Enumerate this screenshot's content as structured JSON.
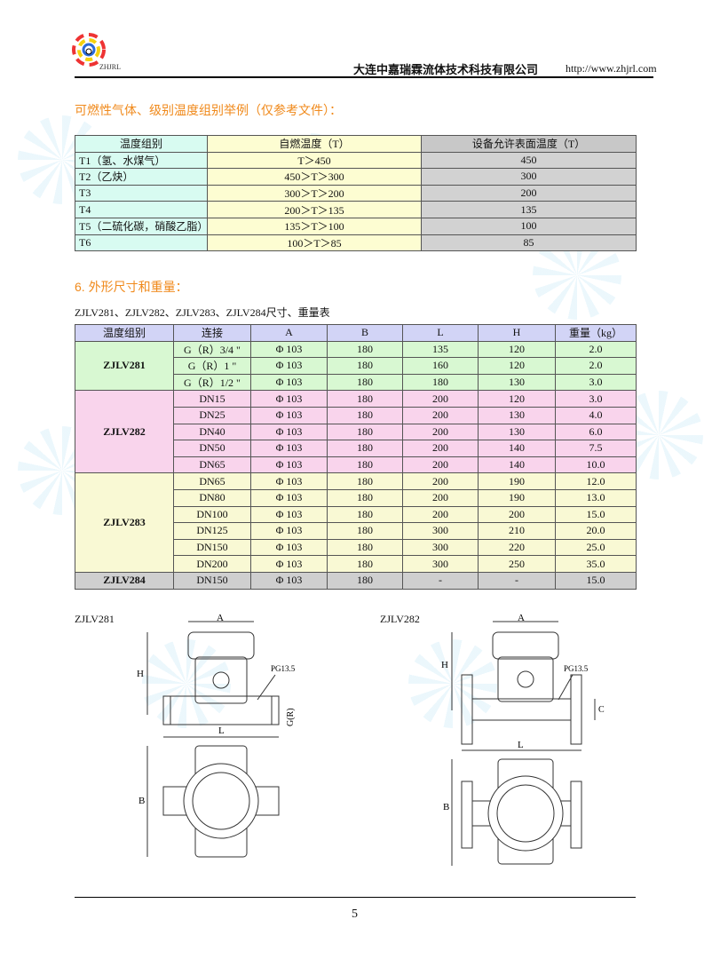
{
  "header": {
    "logo_text": "ZHJRL",
    "company": "大连中嘉瑞霖流体技术科技有限公司",
    "url": "http://www.zhjrl.com"
  },
  "section1": {
    "title": "可燃性气体、级别温度组别举例（仅参考文件）：",
    "headers": [
      "温度组别",
      "自燃温度（T）",
      "设备允许表面温度（T）"
    ],
    "rows": [
      [
        "T1（氢、水煤气）",
        "T＞450",
        "450"
      ],
      [
        "T2（乙炔）",
        "450＞T＞300",
        "300"
      ],
      [
        "T3",
        "300＞T＞200",
        "200"
      ],
      [
        "T4",
        "200＞T＞135",
        "135"
      ],
      [
        "T5（二硫化碳，硝酸乙脂）",
        "135＞T＞100",
        "100"
      ],
      [
        "T6",
        "100＞T＞85",
        "85"
      ]
    ]
  },
  "section2": {
    "title": "6. 外形尺寸和重量：",
    "subtitle": "ZJLV281、ZJLV282、ZJLV283、ZJLV284尺寸、重量表",
    "headers": [
      "温度组别",
      "连接",
      "A",
      "B",
      "L",
      "H",
      "重量（kg）"
    ],
    "groups": [
      {
        "model": "ZJLV281",
        "rows": [
          [
            "G（R）3/4 \"",
            "Φ 103",
            "180",
            "135",
            "120",
            "2.0"
          ],
          [
            "G（R）1 \"",
            "Φ 103",
            "180",
            "160",
            "120",
            "2.0"
          ],
          [
            "G（R）1/2 \"",
            "Φ 103",
            "180",
            "180",
            "130",
            "3.0"
          ]
        ]
      },
      {
        "model": "ZJLV282",
        "rows": [
          [
            "DN15",
            "Φ 103",
            "180",
            "200",
            "120",
            "3.0"
          ],
          [
            "DN25",
            "Φ 103",
            "180",
            "200",
            "130",
            "4.0"
          ],
          [
            "DN40",
            "Φ 103",
            "180",
            "200",
            "130",
            "6.0"
          ],
          [
            "DN50",
            "Φ 103",
            "180",
            "200",
            "140",
            "7.5"
          ],
          [
            "DN65",
            "Φ 103",
            "180",
            "200",
            "140",
            "10.0"
          ]
        ]
      },
      {
        "model": "ZJLV283",
        "rows": [
          [
            "DN65",
            "Φ 103",
            "180",
            "200",
            "190",
            "12.0"
          ],
          [
            "DN80",
            "Φ 103",
            "180",
            "200",
            "190",
            "13.0"
          ],
          [
            "DN100",
            "Φ 103",
            "180",
            "200",
            "200",
            "15.0"
          ],
          [
            "DN125",
            "Φ 103",
            "180",
            "300",
            "210",
            "20.0"
          ],
          [
            "DN150",
            "Φ 103",
            "180",
            "300",
            "220",
            "25.0"
          ],
          [
            "DN200",
            "Φ 103",
            "180",
            "300",
            "250",
            "35.0"
          ]
        ]
      },
      {
        "model": "ZJLV284",
        "rows": [
          [
            "DN150",
            "Φ 103",
            "180",
            "-",
            "-",
            "15.0"
          ]
        ]
      }
    ]
  },
  "drawings": {
    "left": {
      "title": "ZJLV281",
      "labels": {
        "a": "A",
        "h": "H",
        "pg": "PG13.5",
        "g": "G(R)",
        "l": "L",
        "b": "B"
      }
    },
    "right": {
      "title": "ZJLV282",
      "labels": {
        "a": "A",
        "h": "H",
        "pg": "PG13.5",
        "c": "C",
        "l": "L",
        "b": "B"
      }
    }
  },
  "footer": {
    "page": "5"
  }
}
